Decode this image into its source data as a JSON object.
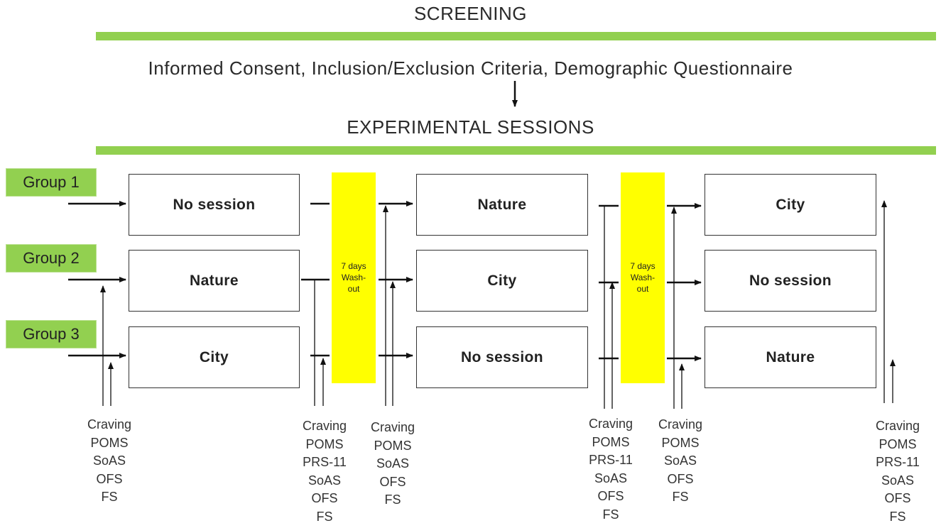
{
  "header": {
    "screening": "SCREENING",
    "screening_items": "Informed Consent, Inclusion/Exclusion Criteria, Demographic Questionnaire",
    "experimental": "EXPERIMENTAL SESSIONS"
  },
  "groups": [
    {
      "label": "Group 1",
      "sessions": [
        "No session",
        "Nature",
        "City"
      ]
    },
    {
      "label": "Group 2",
      "sessions": [
        "Nature",
        "City",
        "No session"
      ]
    },
    {
      "label": "Group 3",
      "sessions": [
        "City",
        "No session",
        "Nature"
      ]
    }
  ],
  "washout": [
    {
      "line1": "7 days",
      "line2": "Wash-",
      "line3": "out"
    },
    {
      "line1": "7 days",
      "line2": "Wash-",
      "line3": "out"
    }
  ],
  "measures": [
    [
      "Craving",
      "POMS",
      "SoAS",
      "OFS",
      "FS"
    ],
    [
      "Craving",
      "POMS",
      "PRS-11",
      "SoAS",
      "OFS",
      "FS"
    ],
    [
      "Craving",
      "POMS",
      "SoAS",
      "OFS",
      "FS"
    ],
    [
      "Craving",
      "POMS",
      "PRS-11",
      "SoAS",
      "OFS",
      "FS"
    ],
    [
      "Craving",
      "POMS",
      "SoAS",
      "OFS",
      "FS"
    ],
    [
      "Craving",
      "POMS",
      "PRS-11",
      "SoAS",
      "OFS",
      "FS"
    ]
  ],
  "colors": {
    "accent_green": "#92d050",
    "washout_yellow": "#ffff00"
  }
}
